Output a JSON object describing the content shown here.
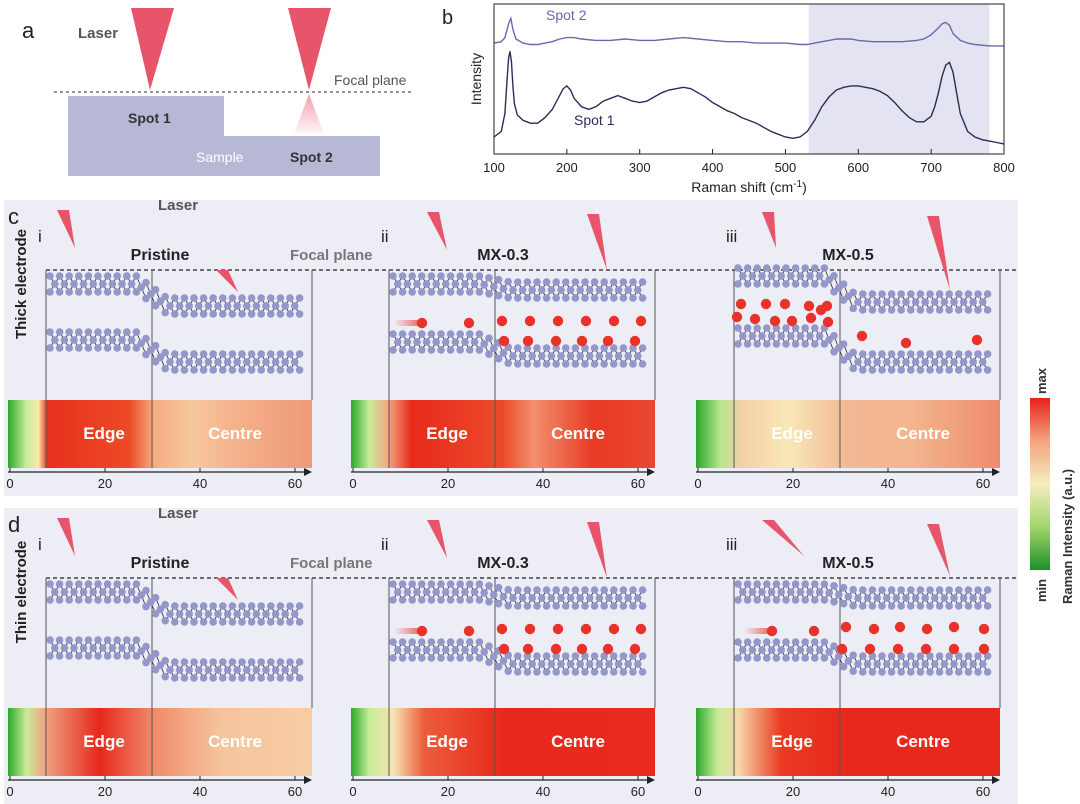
{
  "panel_a": {
    "label": "a",
    "laser_label": "Laser",
    "focal_plane_label": "Focal plane",
    "spot1_label": "Spot 1",
    "spot2_label": "Spot 2",
    "sample_label": "Sample",
    "colors": {
      "sample": "#b7b8d6",
      "laser": "#e8556a",
      "dashed": "#555555"
    }
  },
  "panel_b": {
    "label": "b",
    "chart_data": {
      "type": "line",
      "xlabel": "Raman shift (cm⁻¹)",
      "xlabel_base": "Raman shift (cm",
      "xlabel_sup": "-1",
      "xlabel_close": ")",
      "ylabel": "Intensity",
      "xlim": [
        100,
        800
      ],
      "xticks": [
        100,
        200,
        300,
        400,
        500,
        600,
        700,
        800
      ],
      "highlight_range": [
        532,
        780
      ],
      "grid": false,
      "series": [
        {
          "name": "Spot 2",
          "color": "#6a68b0",
          "x": [
            100,
            110,
            115,
            120,
            123,
            126,
            130,
            140,
            150,
            160,
            170,
            180,
            190,
            200,
            210,
            220,
            240,
            260,
            280,
            300,
            320,
            340,
            360,
            380,
            400,
            420,
            440,
            460,
            480,
            500,
            520,
            530,
            540,
            550,
            560,
            570,
            580,
            590,
            600,
            620,
            640,
            660,
            680,
            690,
            700,
            710,
            715,
            720,
            725,
            730,
            740,
            750,
            760,
            780,
            800
          ],
          "y": [
            0.76,
            0.77,
            0.8,
            0.9,
            0.94,
            0.86,
            0.79,
            0.76,
            0.75,
            0.75,
            0.76,
            0.77,
            0.79,
            0.8,
            0.8,
            0.79,
            0.78,
            0.78,
            0.79,
            0.78,
            0.78,
            0.79,
            0.8,
            0.79,
            0.78,
            0.77,
            0.77,
            0.76,
            0.76,
            0.76,
            0.75,
            0.75,
            0.76,
            0.77,
            0.78,
            0.79,
            0.79,
            0.79,
            0.78,
            0.77,
            0.77,
            0.77,
            0.78,
            0.79,
            0.82,
            0.87,
            0.9,
            0.91,
            0.89,
            0.83,
            0.78,
            0.76,
            0.75,
            0.74,
            0.74
          ]
        },
        {
          "name": "Spot 1",
          "color": "#2c2d55",
          "x": [
            100,
            110,
            115,
            118,
            120,
            122,
            124,
            126,
            128,
            132,
            140,
            150,
            160,
            170,
            180,
            190,
            195,
            200,
            205,
            210,
            220,
            230,
            240,
            250,
            260,
            270,
            280,
            290,
            300,
            310,
            320,
            330,
            340,
            350,
            360,
            370,
            380,
            390,
            400,
            410,
            420,
            430,
            440,
            450,
            460,
            470,
            480,
            490,
            500,
            510,
            520,
            530,
            540,
            550,
            560,
            570,
            580,
            590,
            600,
            610,
            620,
            630,
            640,
            650,
            660,
            670,
            680,
            690,
            700,
            705,
            710,
            715,
            720,
            725,
            730,
            735,
            740,
            750,
            760,
            770,
            780,
            790,
            800
          ],
          "y": [
            0.08,
            0.12,
            0.25,
            0.5,
            0.65,
            0.7,
            0.62,
            0.45,
            0.32,
            0.24,
            0.2,
            0.18,
            0.18,
            0.22,
            0.28,
            0.38,
            0.43,
            0.45,
            0.42,
            0.36,
            0.3,
            0.28,
            0.3,
            0.34,
            0.36,
            0.38,
            0.36,
            0.34,
            0.33,
            0.34,
            0.37,
            0.4,
            0.42,
            0.43,
            0.44,
            0.43,
            0.4,
            0.37,
            0.33,
            0.3,
            0.27,
            0.25,
            0.22,
            0.2,
            0.18,
            0.15,
            0.12,
            0.1,
            0.08,
            0.07,
            0.08,
            0.12,
            0.2,
            0.3,
            0.37,
            0.42,
            0.44,
            0.45,
            0.45,
            0.44,
            0.43,
            0.41,
            0.38,
            0.33,
            0.27,
            0.22,
            0.19,
            0.19,
            0.23,
            0.3,
            0.4,
            0.52,
            0.6,
            0.62,
            0.55,
            0.4,
            0.25,
            0.12,
            0.08,
            0.06,
            0.05,
            0.04,
            0.03
          ]
        }
      ]
    }
  },
  "panel_c": {
    "label": "c",
    "row_label": "Thick electrode",
    "laser_label": "Laser",
    "focal_plane_label": "Focal plane",
    "subpanels": [
      {
        "numeral": "i",
        "title": "Pristine",
        "edge_label": "Edge",
        "centre_label": "Centre"
      },
      {
        "numeral": "ii",
        "title": "MX-0.3",
        "edge_label": "Edge",
        "centre_label": "Centre"
      },
      {
        "numeral": "iii",
        "title": "MX-0.5",
        "edge_label": "Edge",
        "centre_label": "Centre"
      }
    ]
  },
  "panel_d": {
    "label": "d",
    "row_label": "Thin electrode",
    "laser_label": "Laser",
    "focal_plane_label": "Focal plane",
    "subpanels": [
      {
        "numeral": "i",
        "title": "Pristine",
        "edge_label": "Edge",
        "centre_label": "Centre"
      },
      {
        "numeral": "ii",
        "title": "MX-0.3",
        "edge_label": "Edge",
        "centre_label": "Centre"
      },
      {
        "numeral": "iii",
        "title": "MX-0.5",
        "edge_label": "Edge",
        "centre_label": "Centre"
      }
    ]
  },
  "axis_ticks": [
    "0",
    "20",
    "40",
    "60"
  ],
  "colorbar": {
    "label": "Raman Intensity (a.u.)",
    "max_label": "max",
    "min_label": "min",
    "colors": {
      "max": "#e8261a",
      "mid": "#f7e7b0",
      "min": "#1e9a2a"
    }
  },
  "colors": {
    "panel_background": "#ededf5",
    "atom": "#9497c9",
    "bond": "#2a2a2a",
    "ion": "#e8322a",
    "laser": "#e8556a"
  }
}
